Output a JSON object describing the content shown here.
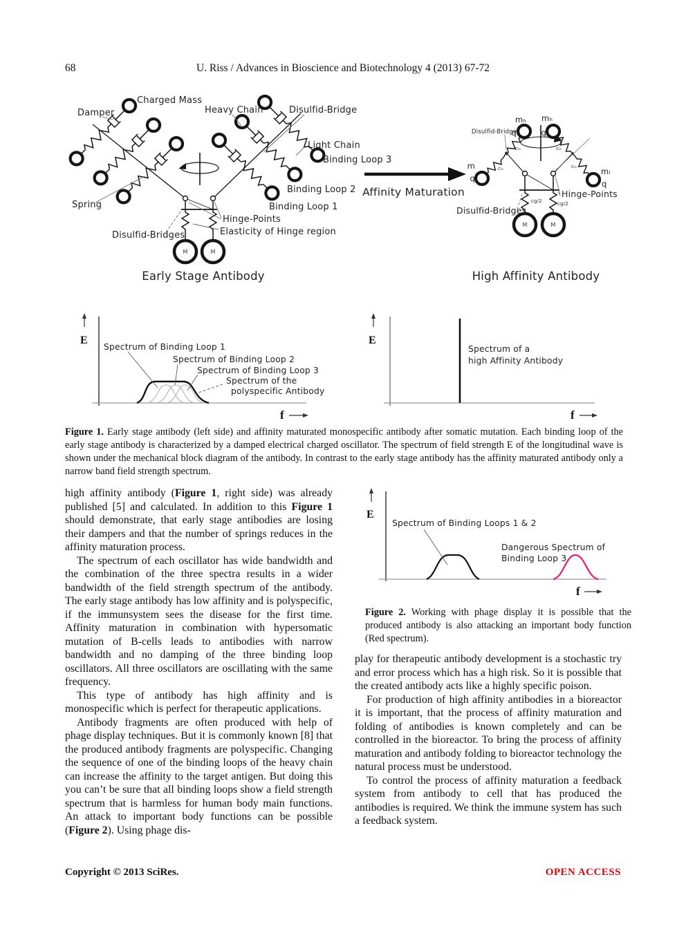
{
  "header": {
    "page_number": "68",
    "running_title": "U. Riss / Advances in Bioscience and Biotechnology 4 (2013) 67-72"
  },
  "figure1": {
    "left": {
      "charged_mass": "Charged Mass",
      "damper": "Damper",
      "heavy_chain": "Heavy Chain",
      "disulfid_bridge": "Disulfid-Bridge",
      "light_chain": "Light Chain",
      "binding_loop_3": "Binding Loop 3",
      "binding_loop_2": "Binding Loop 2",
      "binding_loop_1": "Binding Loop 1",
      "spring": "Spring",
      "hinge_points": "Hinge-Points",
      "elasticity": "Elasticity of Hinge region",
      "disulfid_bridges": "Disulfid-Bridges",
      "mass": "M",
      "title": "Early Stage Antibody"
    },
    "arrow_label": "Affinity Maturation",
    "right": {
      "disulfid_bridge": "Disulfid-Bridge",
      "m_h": "mₕ",
      "q": "q",
      "m": "m",
      "m_l": "mₗ",
      "c_ls": "cₗₛ",
      "c_g2": "cg/2",
      "hinge_points": "Hinge-Points",
      "disulfid_bridges": "Disulfid-Bridges",
      "mass": "M",
      "title": "High Affinity Antibody"
    }
  },
  "spectra": {
    "left": {
      "e_axis": "E",
      "f_axis": "f",
      "loop1": "Spectrum of Binding Loop 1",
      "loop2": "Spectrum of Binding Loop 2",
      "loop3": "Spectrum of Binding Loop 3",
      "poly_1": "Spectrum of the",
      "poly_2": "polyspecific Antibody"
    },
    "right": {
      "e_axis": "E",
      "f_axis": "f",
      "label_1": "Spectrum of a",
      "label_2": "high Affinity Antibody"
    }
  },
  "caption1": {
    "lead": "Figure 1.",
    "text": " Early stage antibody (left side) and affinity maturated monospecific antibody after somatic mutation. Each binding loop of the early stage antibody is characterized by a damped electrical charged oscillator. The spectrum of field strength E of the longitudinal wave is shown under the mechanical block diagram of the antibody. In contrast to the early stage antibody has the affinity maturated antibody only a narrow band field strength spectrum."
  },
  "figure2": {
    "e_axis": "E",
    "f_axis": "f",
    "label_loops12": "Spectrum of Binding Loops 1 & 2",
    "label_dangerous_1": "Dangerous Spectrum of",
    "label_dangerous_2": "Binding Loop 3",
    "curve_color": "#e8176f"
  },
  "caption2": {
    "lead": "Figure 2.",
    "text": " Working with phage display it is possible that the produced antibody is also attacking an important body function (Red spectrum)."
  },
  "body": {
    "left": [
      {
        "indent": false,
        "segments": [
          {
            "t": "high affinity antibody ("
          },
          {
            "t": "Figure 1",
            "b": true
          },
          {
            "t": ", right side) was already published [5] and calculated. In addition to this "
          },
          {
            "t": "Figure 1",
            "b": true
          },
          {
            "t": " should demonstrate, that early stage antibodies are losing their dampers and that the number of springs reduces in the affinity maturation process."
          }
        ]
      },
      {
        "indent": true,
        "segments": [
          {
            "t": "The spectrum of each oscillator has wide bandwidth and the combination of the three spectra results in a wider bandwidth of the field strength spectrum of the antibody. The early stage antibody has low affinity and is polyspecific, if the immunsystem sees the disease for the first time. Affinity maturation in combination with hypersomatic mutation of B-cells leads to antibodies with narrow bandwidth and no damping of the three binding loop oscillators. All three oscillators are oscillating with the same frequency."
          }
        ]
      },
      {
        "indent": true,
        "segments": [
          {
            "t": "This type of antibody has high affinity and is monospecific which is perfect for therapeutic applications."
          }
        ]
      },
      {
        "indent": true,
        "segments": [
          {
            "t": "Antibody fragments are often produced with help of phage display techniques. But it is commonly known [8] that the produced antibody fragments are polyspecific. Changing the sequence of one of the binding loops of the heavy chain can increase the affinity to the target antigen. But doing this you can’t be sure that all binding loops show a field strength spectrum that is harmless for human body main functions. An attack to important body functions can be possible ("
          },
          {
            "t": "Figure 2",
            "b": true
          },
          {
            "t": "). Using phage dis-"
          }
        ]
      }
    ],
    "right": [
      {
        "indent": false,
        "segments": [
          {
            "t": "play for therapeutic antibody development is a stochastic try and error process which has a high risk. So it is possible that the created antibody acts like a highly specific poison."
          }
        ]
      },
      {
        "indent": true,
        "segments": [
          {
            "t": "For production of high affinity antibodies in a bioreactor it is important, that the process of affinity maturation and folding of antibodies is known completely and can be controlled in the bioreactor. To bring the process of affinity maturation and antibody folding to bioreactor technology the natural process must be understood."
          }
        ]
      },
      {
        "indent": true,
        "segments": [
          {
            "t": "To control the process of affinity maturation a feedback system from antibody to cell that has produced the antibodies is required. We think the immune system has such a feedback system."
          }
        ]
      }
    ]
  },
  "footer": {
    "copyright": "Copyright © 2013 SciRes.",
    "open_access": "OPEN ACCESS",
    "open_access_color": "#e60000"
  }
}
